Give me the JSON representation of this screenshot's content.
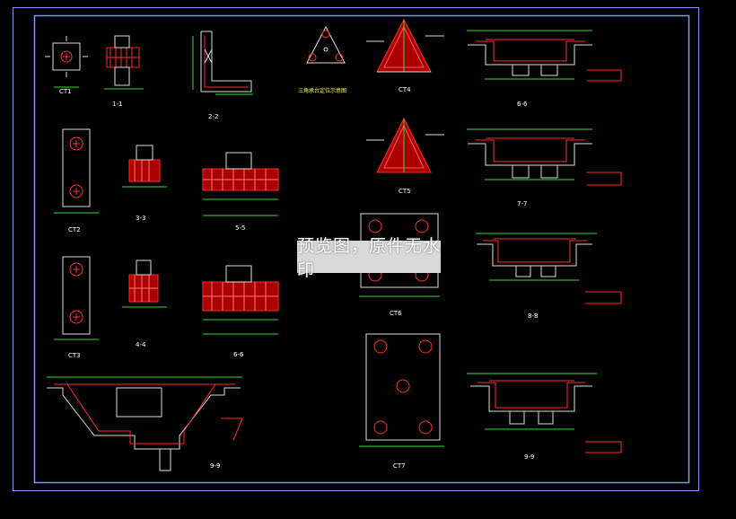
{
  "watermark": "预览图，原件无水印",
  "labels": {
    "ct1": "CT1",
    "s11": "1-1",
    "s22": "2-2",
    "tri_title": "三角承台定位示意图",
    "ct4": "CT4",
    "s66": "6-6",
    "ct2": "CT2",
    "s33": "3-3",
    "s55": "5-5",
    "ct5": "CT5",
    "s77": "7-7",
    "ct6": "CT6",
    "s88": "8-8",
    "ct3": "CT3",
    "s44": "4-4",
    "s66b": "6-6",
    "s99": "9-9",
    "ct7": "CT7",
    "s99b": "9-9"
  },
  "colors": {
    "frame": "#9aa0ff",
    "line": "#e8e8e8",
    "rebar": "#ff2a2a",
    "dim": "#38e038",
    "label": "#ffffff",
    "accent": "#ffff33"
  }
}
